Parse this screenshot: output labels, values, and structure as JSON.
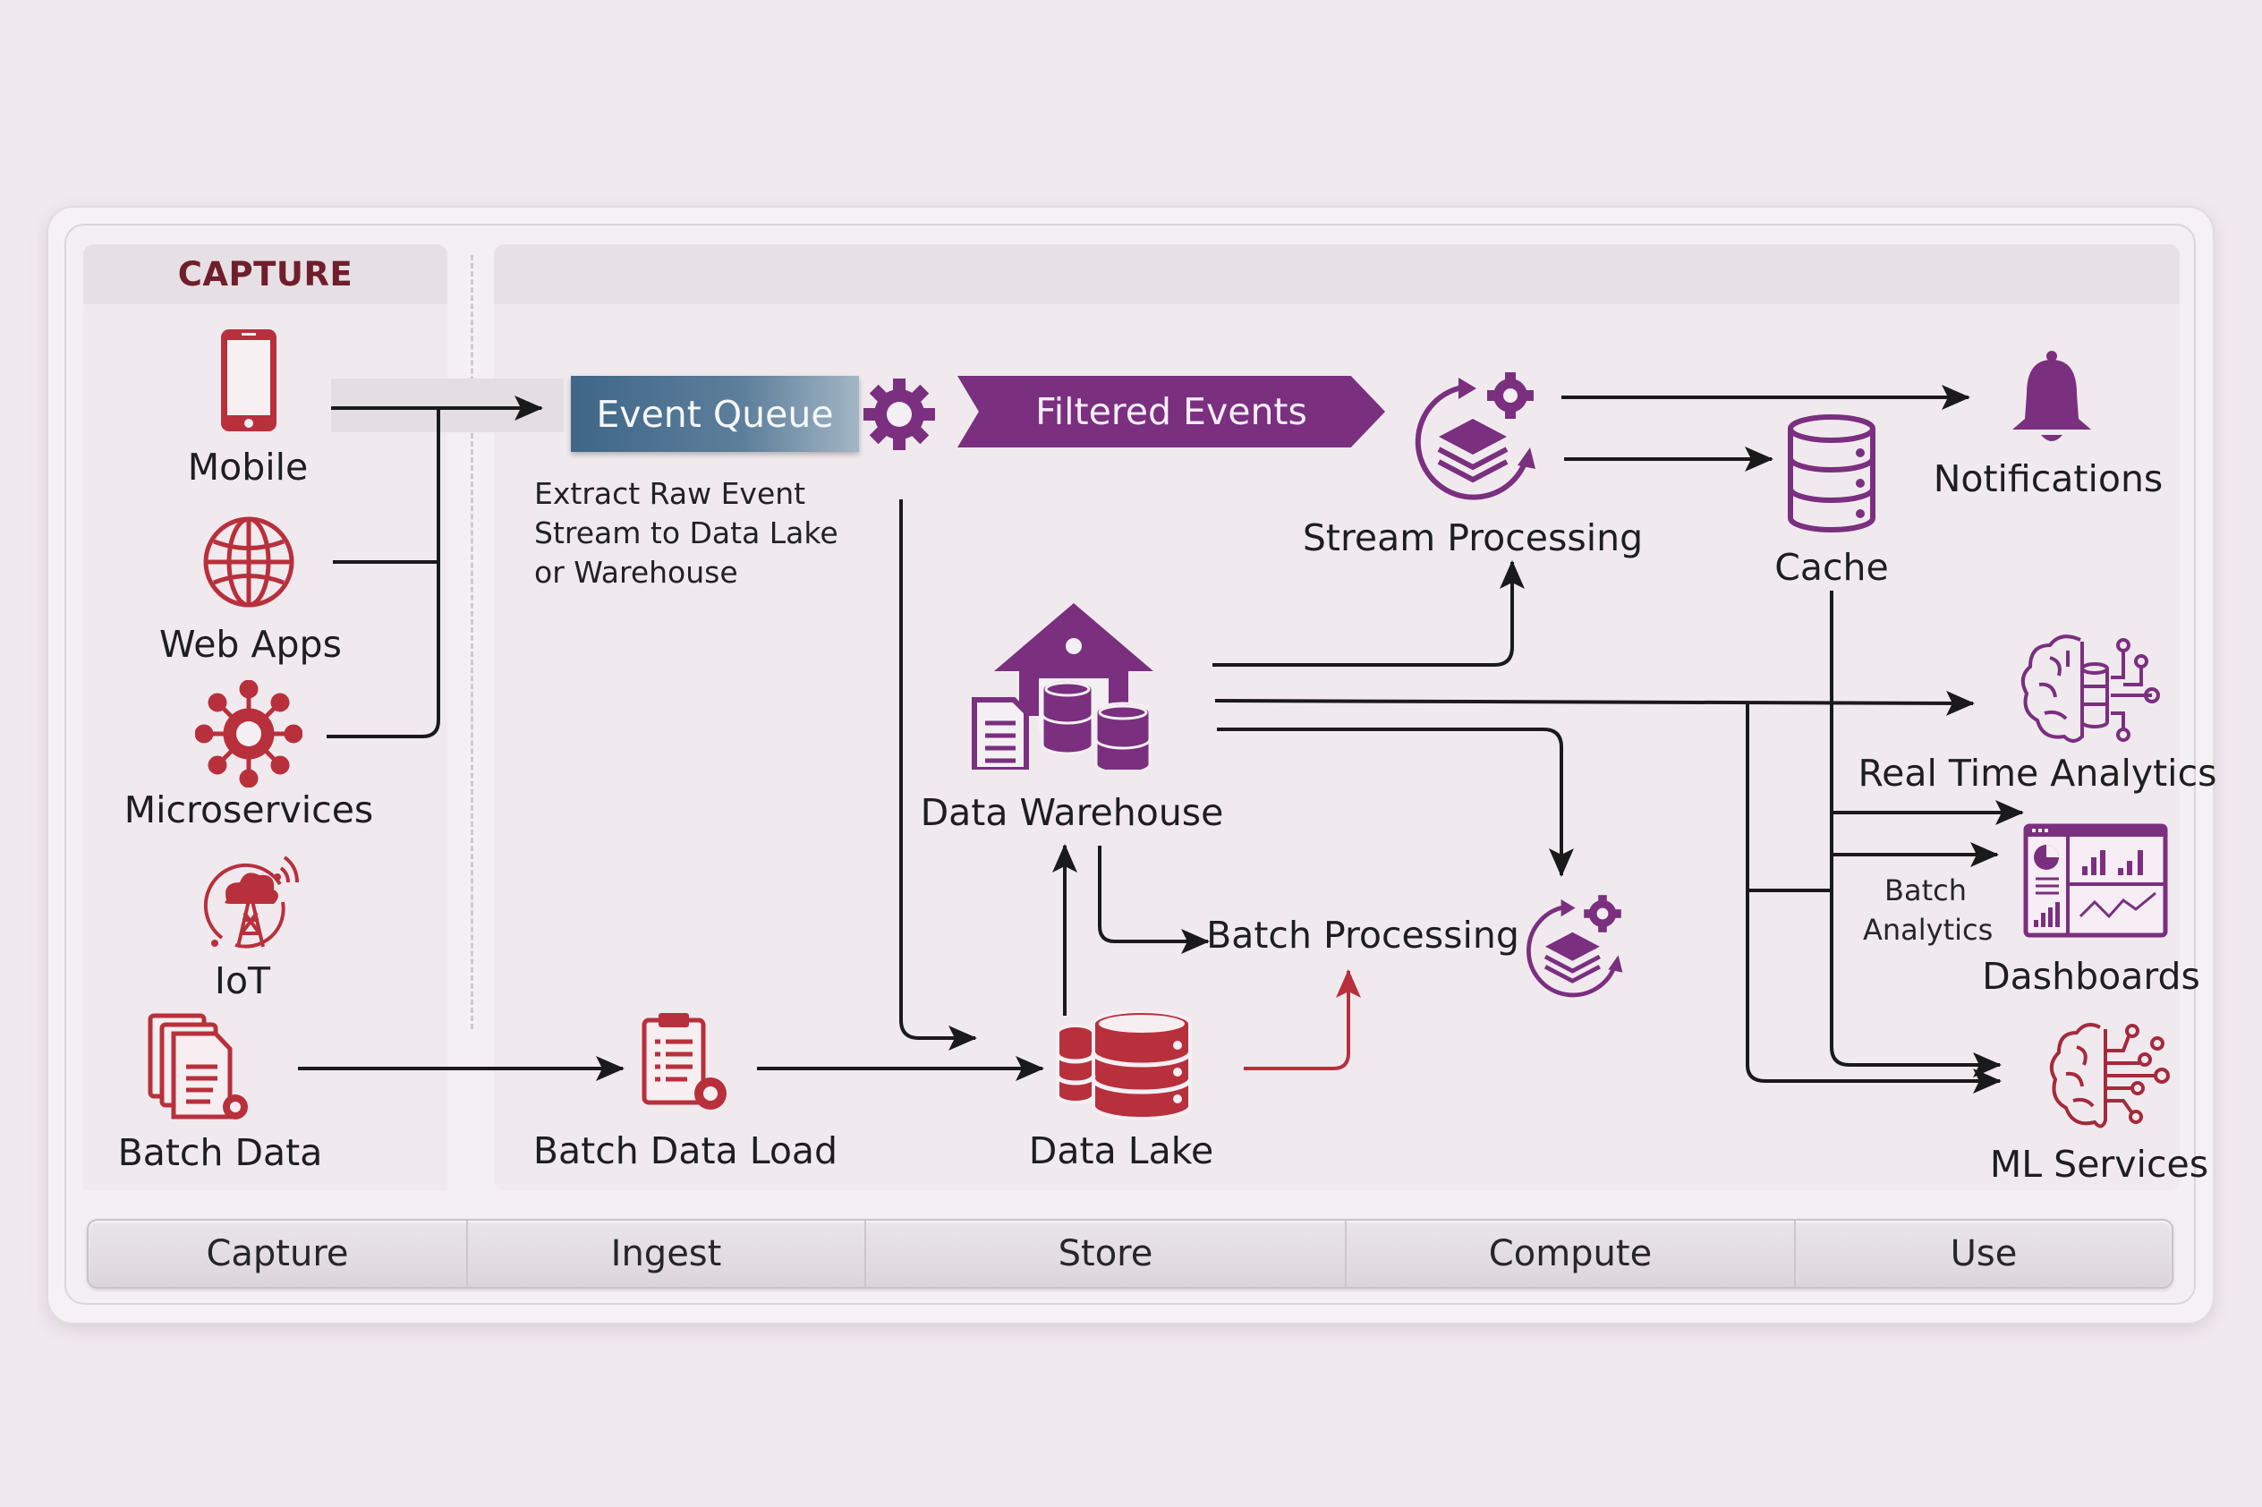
{
  "colors": {
    "capture_red": "#b8303c",
    "process_purple": "#7a2f7f",
    "queue_blue": "#46698a",
    "line": "#1a1a1a"
  },
  "header": {
    "capture_title": "CAPTURE"
  },
  "sources": [
    {
      "id": "mobile",
      "label": "Mobile",
      "icon": "mobile-phone-icon"
    },
    {
      "id": "web_apps",
      "label": "Web Apps",
      "icon": "globe-icon"
    },
    {
      "id": "microservices",
      "label": "Microservices",
      "icon": "microservices-hub-icon"
    },
    {
      "id": "iot",
      "label": "IoT",
      "icon": "iot-tower-cloud-icon"
    },
    {
      "id": "batch_data",
      "label": "Batch Data",
      "icon": "document-stack-gear-icon"
    }
  ],
  "ingest": {
    "event_queue": "Event Queue",
    "filtered_events": "Filtered Events",
    "extract_note": "Extract Raw Event\nStream to Data Lake\nor Warehouse",
    "batch_data_load": "Batch Data Load"
  },
  "store": {
    "data_warehouse": "Data Warehouse",
    "data_lake": "Data Lake"
  },
  "compute": {
    "stream_processing": "Stream Processing",
    "batch_processing": "Batch Processing",
    "cache": "Cache"
  },
  "use": {
    "notifications": "Notifications",
    "real_time_analytics": "Real Time Analytics",
    "batch_analytics": "Batch\nAnalytics",
    "dashboards": "Dashboards",
    "ml_services": "ML Services"
  },
  "footer_stages": [
    "Capture",
    "Ingest",
    "Store",
    "Compute",
    "Use"
  ]
}
